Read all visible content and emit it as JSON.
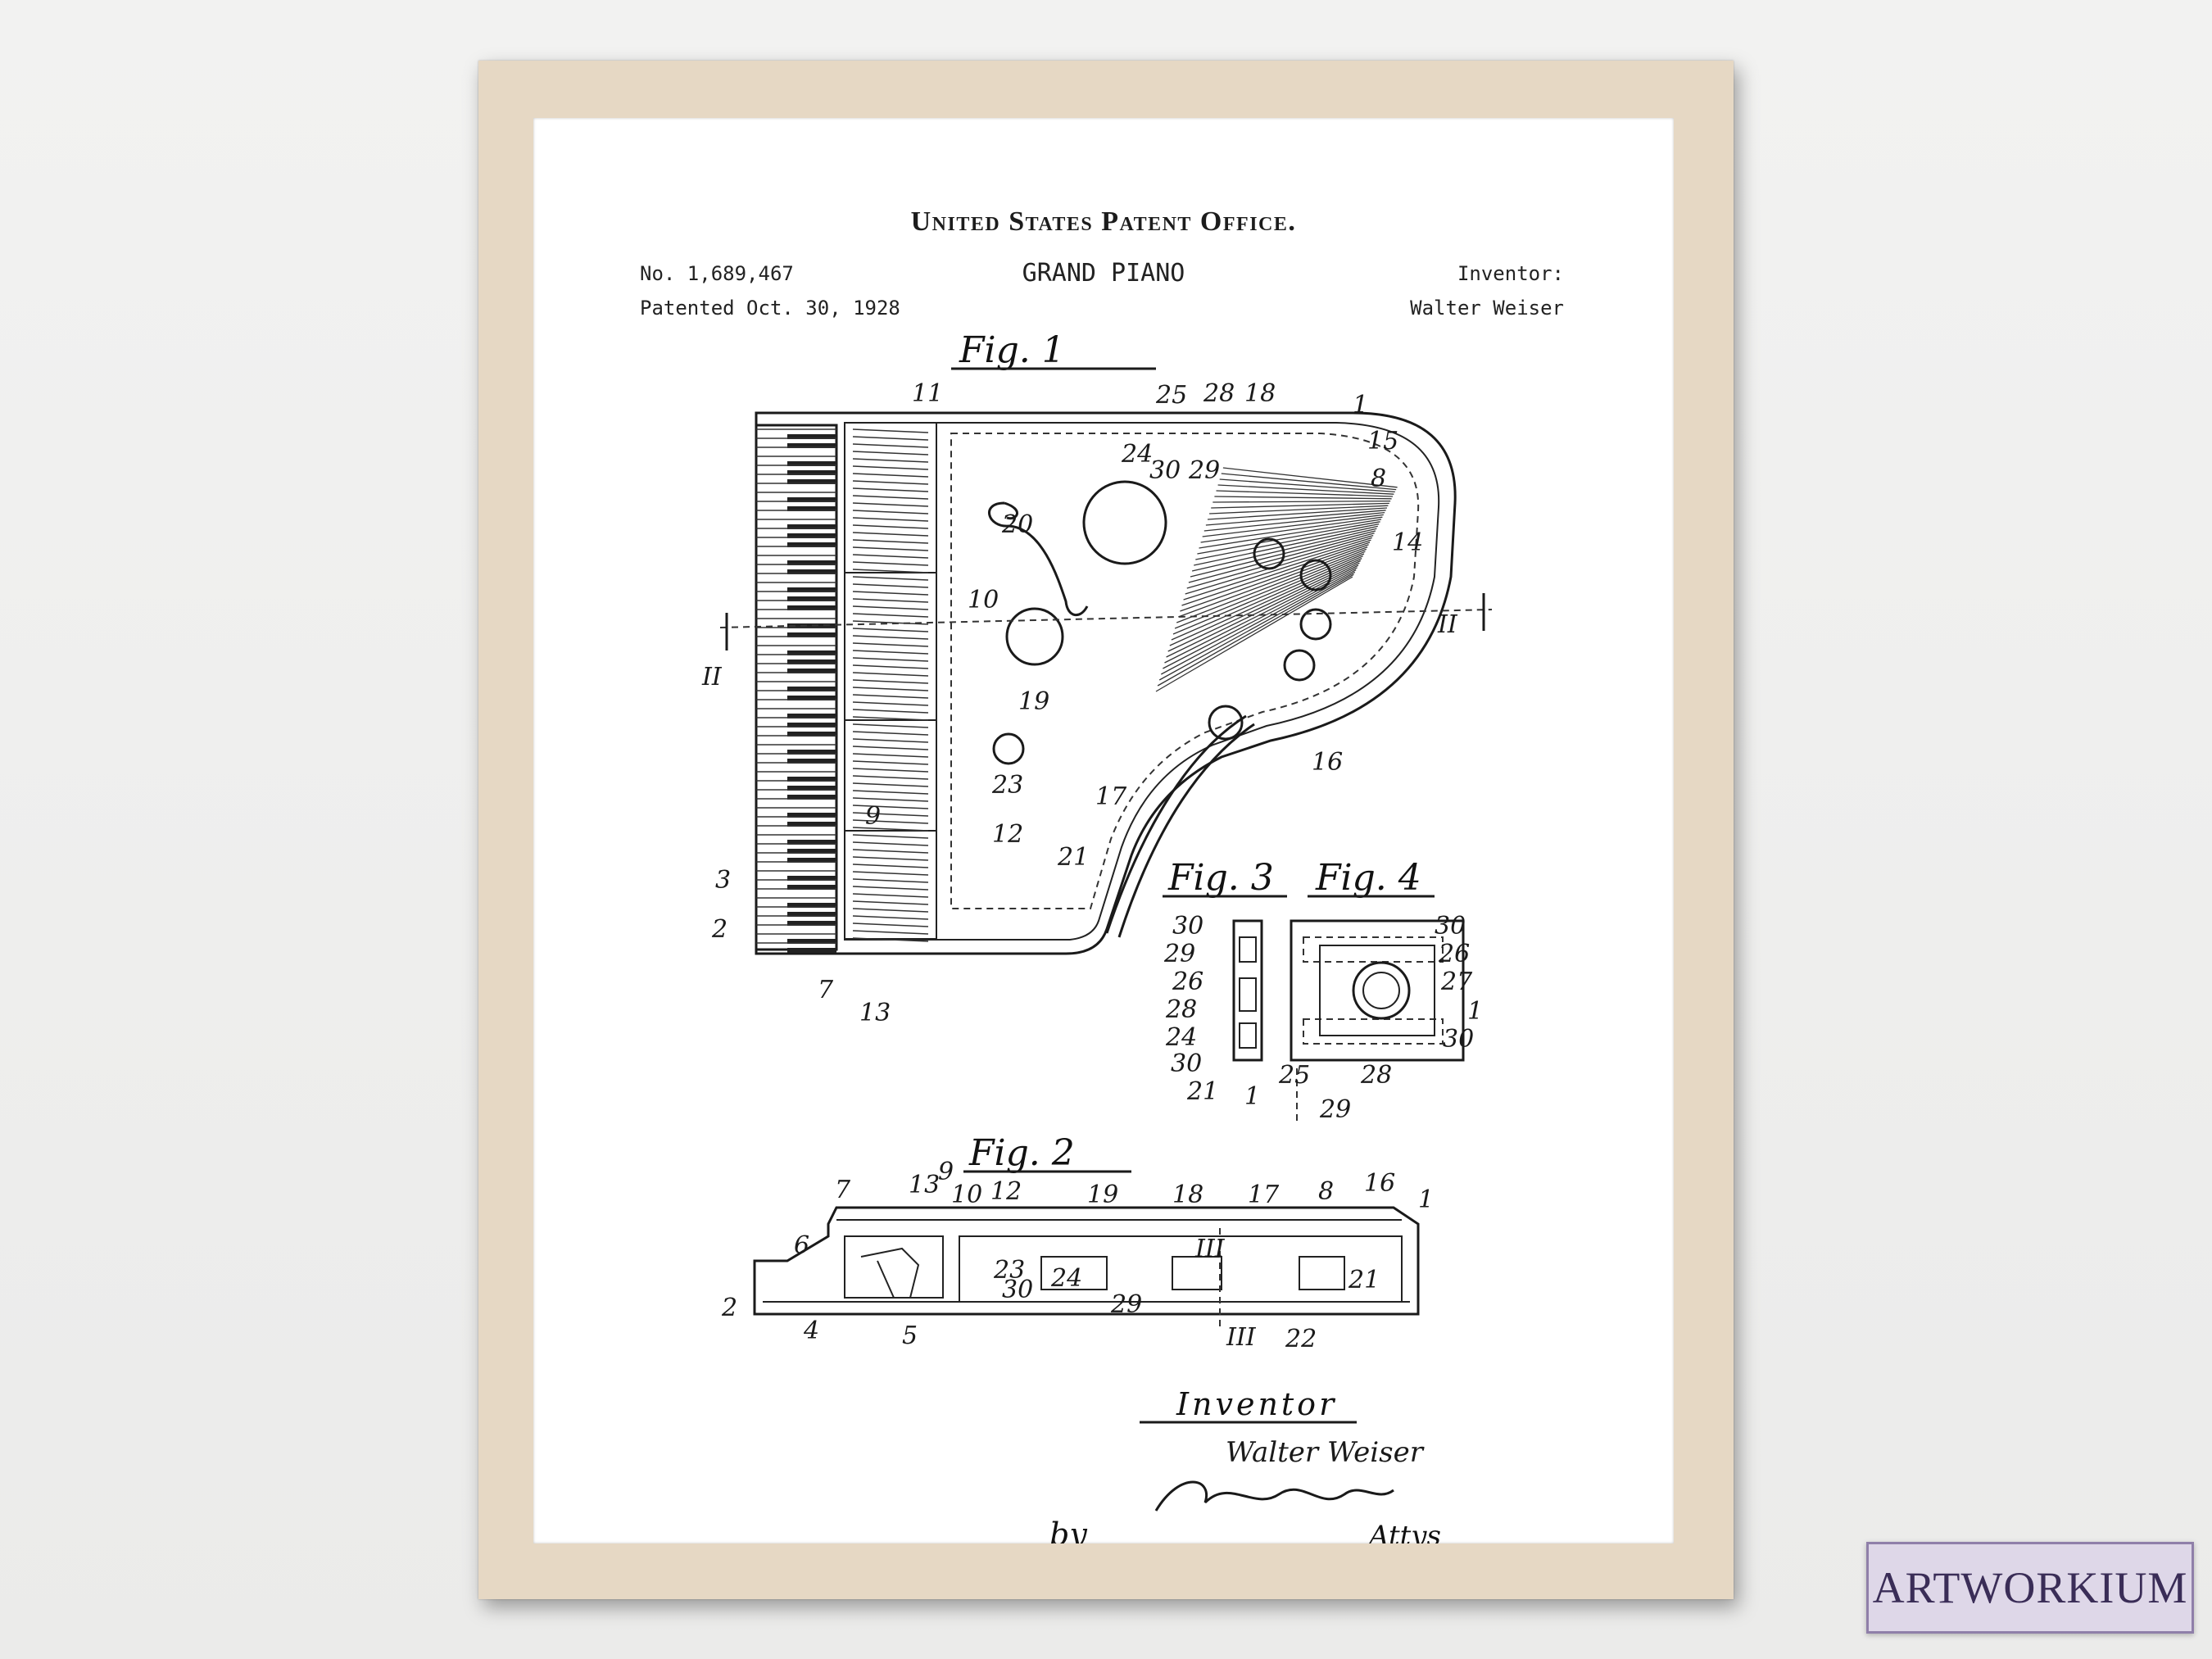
{
  "patent": {
    "office": "United States Patent Office.",
    "title": "GRAND PIANO",
    "number": "No. 1,689,467",
    "date": "Patented Oct. 30, 1928",
    "inventor_label": "Inventor:",
    "inventor_name": "Walter Weiser"
  },
  "figures": {
    "fig1": "Fig. 1",
    "fig2": "Fig. 2",
    "fig3": "Fig. 3",
    "fig4": "Fig. 4"
  },
  "fig1_labels": [
    "11",
    "25",
    "28",
    "18",
    "1",
    "15",
    "8",
    "14",
    "24",
    "30",
    "29",
    "20",
    "10",
    "II",
    "II",
    "19",
    "16",
    "23",
    "17",
    "12",
    "9",
    "21",
    "3",
    "2",
    "7",
    "13"
  ],
  "fig34_labels": [
    "30",
    "29",
    "26",
    "28",
    "24",
    "30",
    "21",
    "1",
    "30",
    "26",
    "27",
    "1",
    "30",
    "25",
    "28",
    "29"
  ],
  "fig2_labels": [
    "7",
    "13",
    "9",
    "10",
    "12",
    "19",
    "18",
    "17",
    "8",
    "16",
    "1",
    "6",
    "23",
    "30",
    "24",
    "29",
    "21",
    "2",
    "4",
    "5",
    "III",
    "III",
    "22"
  ],
  "signature": {
    "inventor_heading": "Inventor",
    "inventor_name": "Walter Weiser",
    "by": "by",
    "attys": "Attys"
  },
  "brand": "ARTWORKIUM",
  "colors": {
    "mat": "#e6d8c4",
    "paper": "#ffffff",
    "brand": "#3a2d57"
  }
}
